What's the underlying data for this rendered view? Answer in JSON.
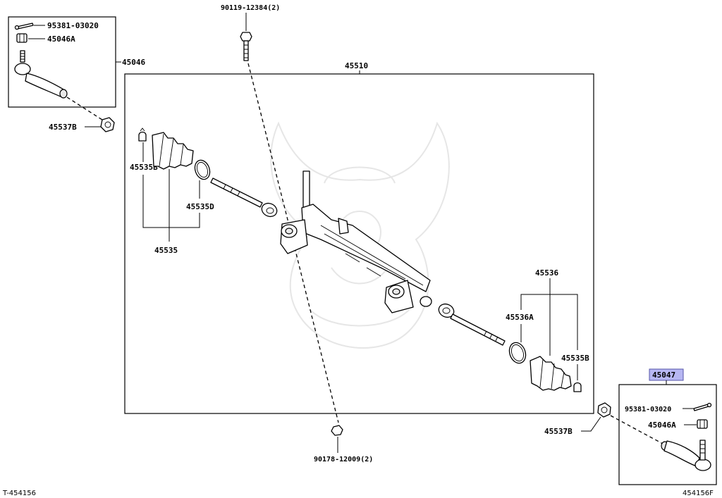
{
  "diagram": {
    "labels": {
      "bolt_top": "90119-12384(2)",
      "nut_bottom": "90178-12009(2)",
      "rack_assy": "45510",
      "tie_rod_end_left": "45046",
      "tie_rod_end_right": "45047",
      "cotter_pin_left": "95381-03020",
      "cotter_pin_right": "95381-03020",
      "nut_left": "45046A",
      "nut_right": "45046A",
      "lock_nut_left": "45537B",
      "lock_nut_right": "45537B",
      "clamp_left": "45535B",
      "clamp_right": "45535B",
      "clip_left": "45535D",
      "boot_set_left": "45535",
      "boot_set_right": "45536",
      "clip_right": "45536A"
    },
    "highlighted_part": "45047",
    "highlight_color": "#b7b7f2",
    "footer": {
      "left": "T-454156",
      "right": "454156F"
    }
  }
}
